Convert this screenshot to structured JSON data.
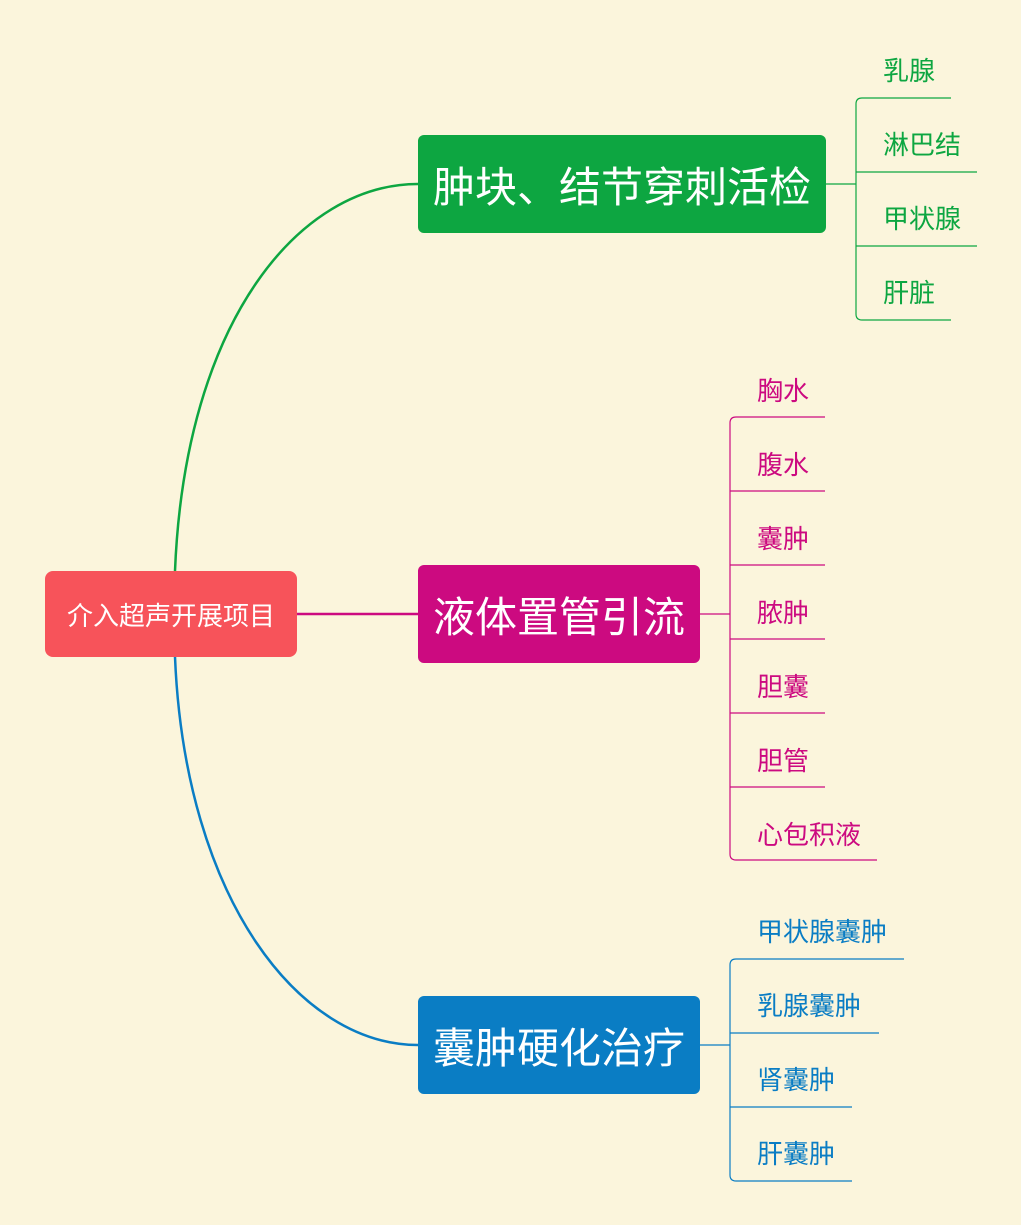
{
  "root": {
    "label": "介入超声开展项目",
    "color": "#f7535a"
  },
  "branches": [
    {
      "label": "肿块、结节穿刺活检",
      "color": "#0da641",
      "children": [
        "乳腺",
        "淋巴结",
        "甲状腺",
        "肝脏"
      ]
    },
    {
      "label": "液体置管引流",
      "color": "#cc0a80",
      "children": [
        "胸水",
        "腹水",
        "囊肿",
        "脓肿",
        "胆囊",
        "胆管",
        "心包积液"
      ]
    },
    {
      "label": "囊肿硬化治疗",
      "color": "#0a7dc4",
      "children": [
        "甲状腺囊肿",
        "乳腺囊肿",
        "肾囊肿",
        "肝囊肿"
      ]
    }
  ]
}
